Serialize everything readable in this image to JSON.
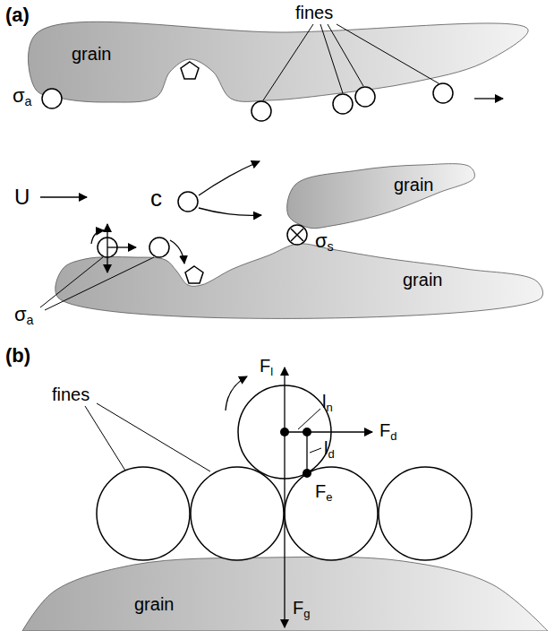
{
  "diagram": {
    "nodes": [
      {
        "text": [
          "grain"
        ]
      },
      {
        "text": [
          "grain"
        ]
      },
      {
        "text": [
          "grain"
        ]
      },
      {
        "text": [
          "grain"
        ]
      }
    ],
    "labels": [
      "(a)",
      "fines",
      "σa",
      "U",
      "c",
      "σs",
      "σa",
      "(b)",
      "fines",
      "Fl",
      "ln",
      "Fd",
      "ld",
      "Fe",
      "Fg"
    ]
  }
}
